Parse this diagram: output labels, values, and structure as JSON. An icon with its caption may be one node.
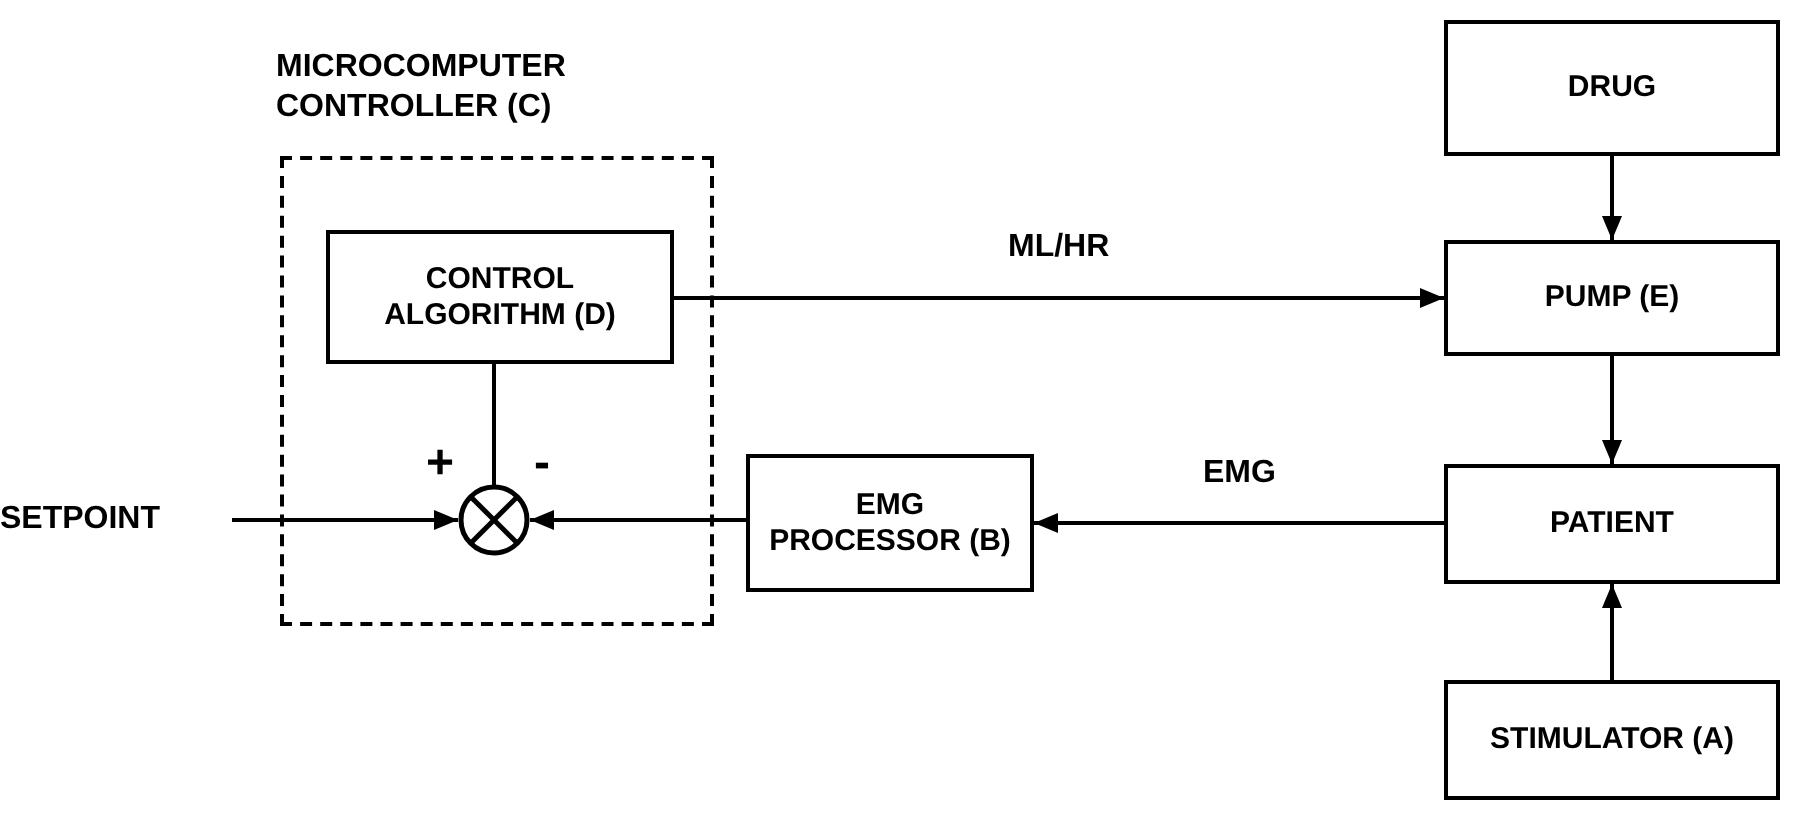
{
  "diagram": {
    "nodes": [
      {
        "text": [
          "MICROCOMPUTER CONTROLLER (C)"
        ]
      },
      {
        "text": [
          "CONTROL ALGORITHM (D)"
        ],
        "in": 0
      },
      {
        "text": [],
        "shape": "circle",
        "in": 0,
        "beside": [
          "+",
          "-"
        ]
      },
      {
        "text": [
          "SETPOINT"
        ]
      },
      {
        "text": [
          "EMG PROCESSOR (B)"
        ]
      },
      {
        "text": [
          "DRUG"
        ]
      },
      {
        "text": [
          "PUMP (E)"
        ]
      },
      {
        "text": [
          "PATIENT"
        ]
      },
      {
        "text": [
          "STIMULATOR (A)"
        ]
      }
    ],
    "edges": [
      {
        "from": 3,
        "to": 2,
        "arrow": "to"
      },
      {
        "from": 1,
        "to": 2,
        "arrow": "none"
      },
      {
        "from": 4,
        "to": 2,
        "arrow": "to"
      },
      {
        "from": 1,
        "to": 6,
        "arrow": "to",
        "label": "ML/HR"
      },
      {
        "from": 5,
        "to": 6,
        "arrow": "to"
      },
      {
        "from": 6,
        "to": 7,
        "arrow": "to"
      },
      {
        "from": 7,
        "to": 4,
        "arrow": "to",
        "label": "EMG"
      },
      {
        "from": 8,
        "to": 7,
        "arrow": "to"
      }
    ]
  }
}
